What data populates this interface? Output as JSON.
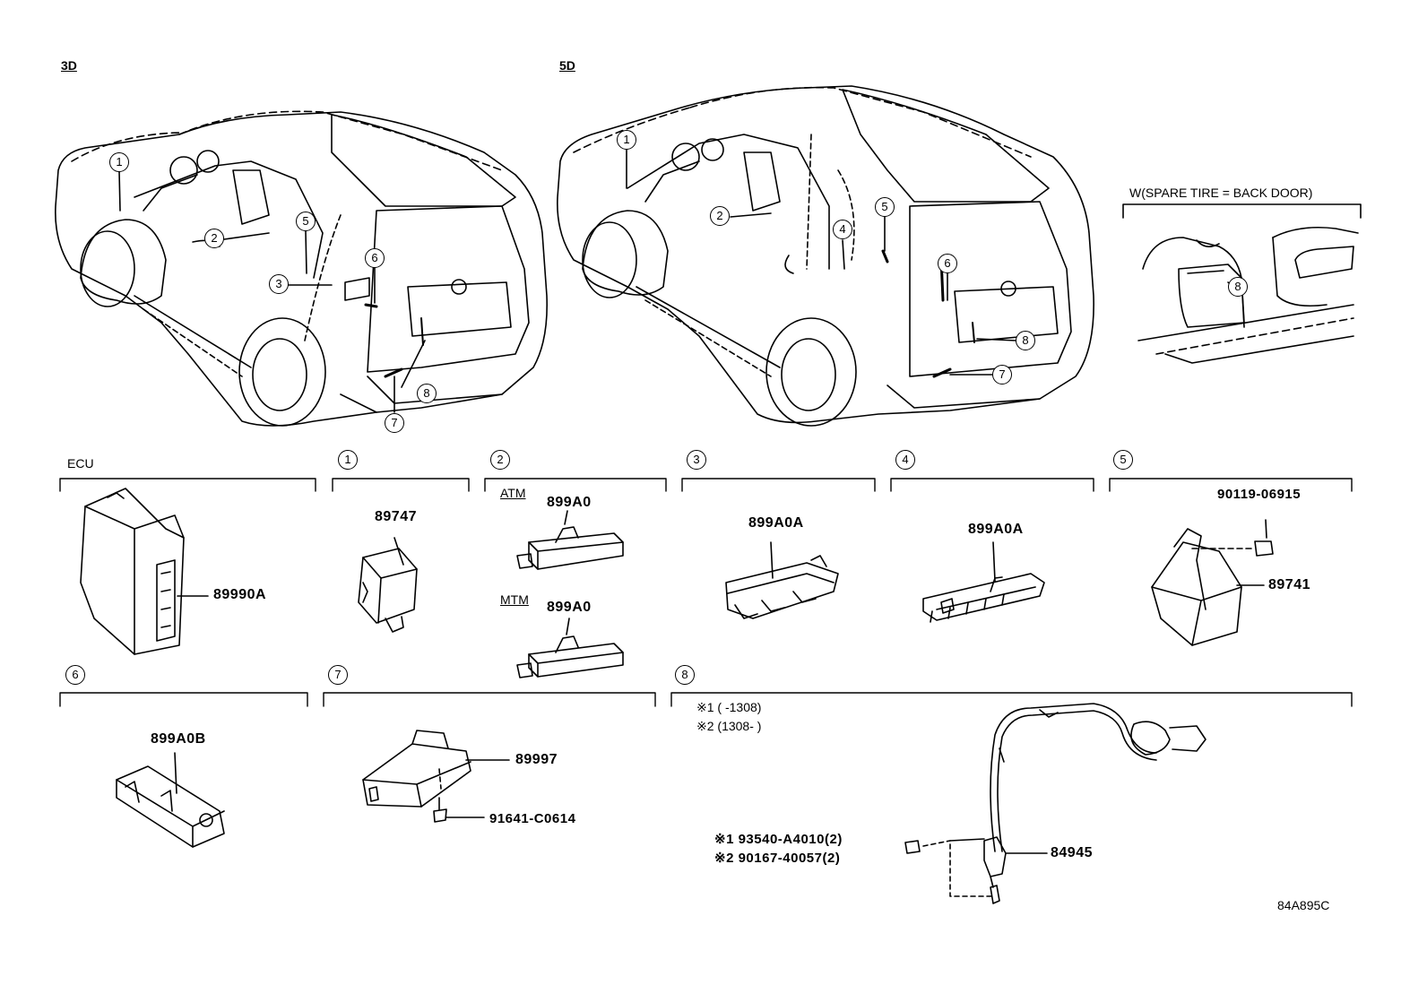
{
  "views": {
    "three_door": "3D",
    "five_door": "5D",
    "spare_tire_note": "W(SPARE TIRE = BACK DOOR)"
  },
  "sections": {
    "ecu": "ECU",
    "s1": "1",
    "s2": "2",
    "s3": "3",
    "s4": "4",
    "s5": "5",
    "s6": "6",
    "s7": "7",
    "s8": "8"
  },
  "callouts": [
    "1",
    "2",
    "3",
    "4",
    "5",
    "6",
    "7",
    "8"
  ],
  "labels": {
    "atm": "ATM",
    "mtm": "MTM"
  },
  "parts": {
    "ecu": "89990A",
    "p1": "89747",
    "p2_atm": "899A0",
    "p2_mtm": "899A0",
    "p3": "899A0A",
    "p4": "899A0A",
    "p5_bolt": "90119-06915",
    "p5": "89741",
    "p6": "899A0B",
    "p7": "89997",
    "p7_bolt": "91641-C0614",
    "p8_note1": "※1 (    -1308)",
    "p8_note2": "※2 (1308-    )",
    "p8_bolt1": "※1 93540-A4010(2)",
    "p8_bolt2": "※2 90167-40057(2)",
    "p8": "84945"
  },
  "diagram_code": "84A895C"
}
